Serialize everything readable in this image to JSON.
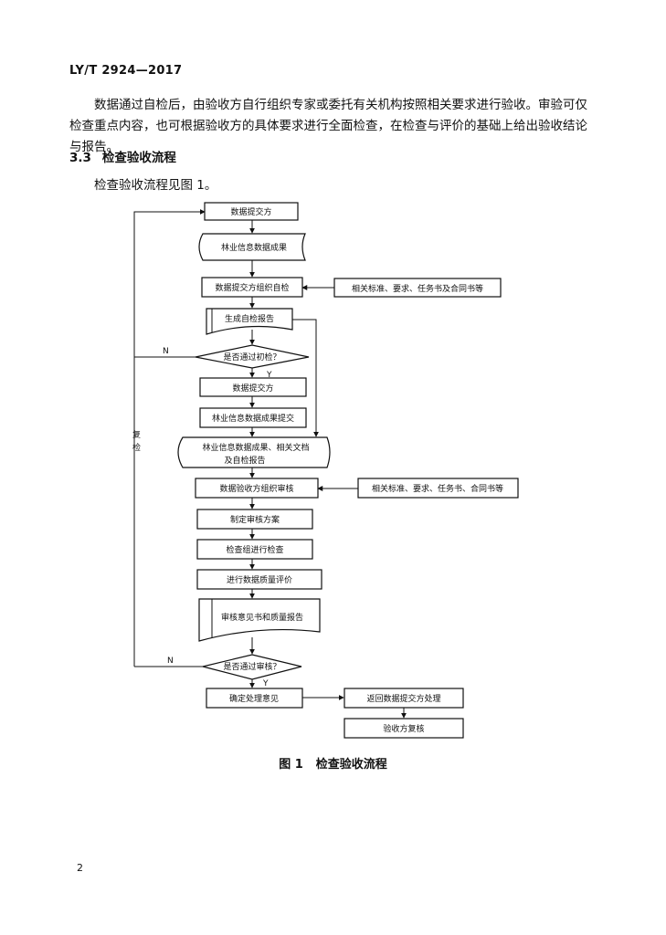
{
  "header": {
    "standard_code": "LY/T 2924—2017"
  },
  "body": {
    "paragraph": "数据通过自检后，由验收方自行组织专家或委托有关机构按照相关要求进行验收。审验可仅检查重点内容，也可根据验收方的具体要求进行全面检查，在检查与评价的基础上给出验收结论与报告。",
    "section_number": "3.3",
    "section_title": "检查验收流程",
    "intro": "检查验收流程见图 1。"
  },
  "flowchart": {
    "nodes": {
      "submitter": "数据提交方",
      "forestry_data": "林业信息数据成果",
      "self_check": "数据提交方组织自检",
      "standards_1": "相关标准、要求、任务书及合同书等",
      "self_report": "生成自检报告",
      "pass_initial": "是否通过初检？",
      "submitter_2": "数据提交方",
      "forestry_submit": "林业信息数据成果提交",
      "combined_line1": "林业信息数据成果、相关文档",
      "combined_line2": "及自检报告",
      "acceptor_review": "数据验收方组织审核",
      "standards_2": "相关标准、要求、任务书、合同书等",
      "review_plan": "制定审核方案",
      "inspection": "检查组进行检查",
      "quality_eval": "进行数据质量评价",
      "review_report": "审核意见书和质量报告",
      "pass_review": "是否通过审核？",
      "decision": "确定处理意见",
      "return_submitter": "返回数据提交方处理",
      "recheck_by_acceptor": "验收方复核"
    },
    "labels": {
      "no_1": "N",
      "yes_1": "Y",
      "no_2": "N",
      "yes_2": "Y",
      "recheck_1": "复",
      "recheck_2": "检"
    }
  },
  "figure": {
    "number": "图 1",
    "caption": "检查验收流程"
  },
  "page_number": "2"
}
